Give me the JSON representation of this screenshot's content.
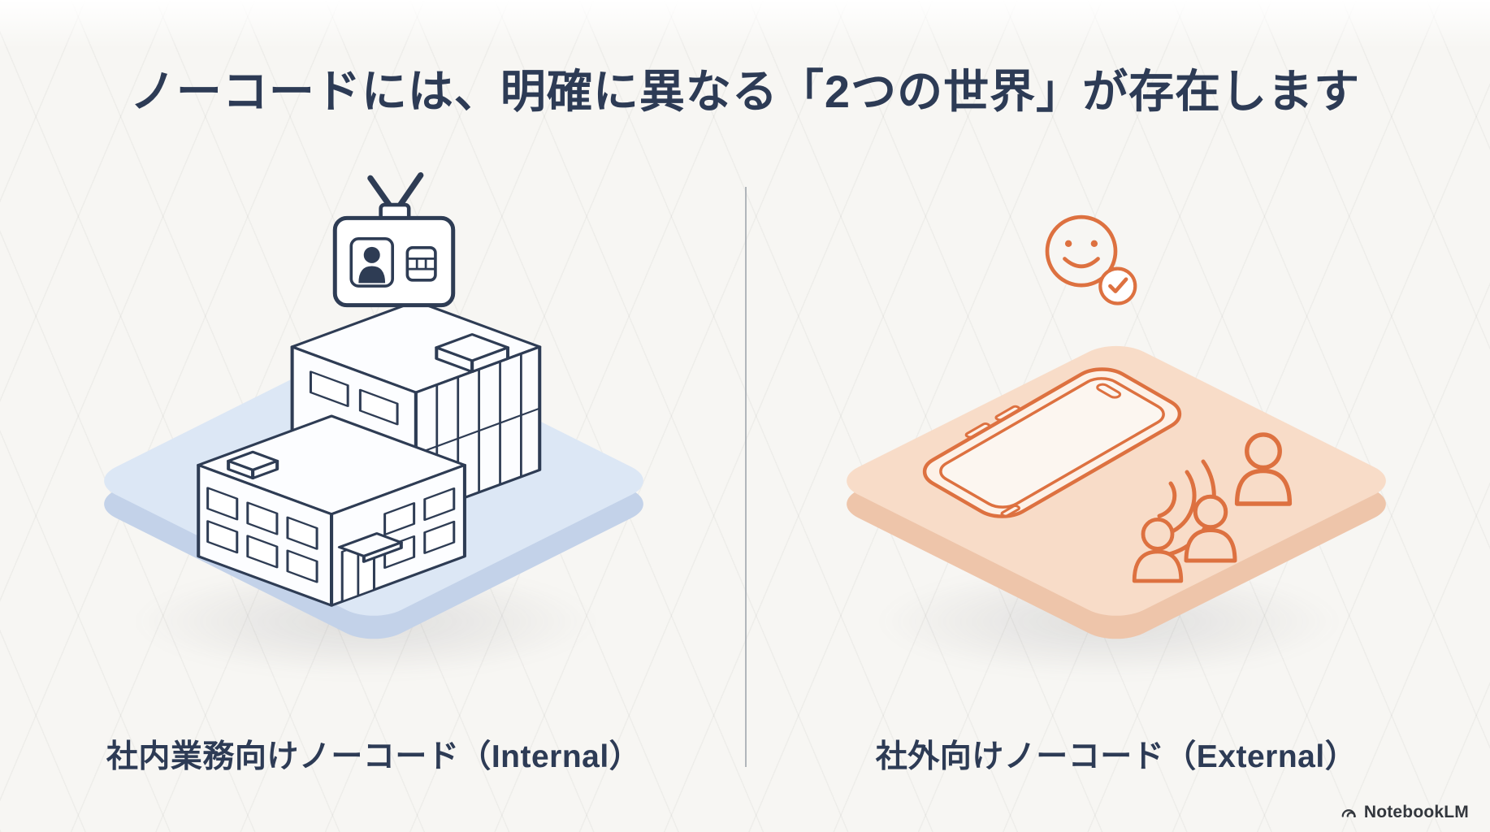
{
  "colors": {
    "navy": "#2e3c54",
    "orange": "#dd7140",
    "blue_top": "#dce7f5",
    "blue_side": "#c3d2e9",
    "peach_top": "#f8dcc8",
    "peach_side": "#eec5aa",
    "title_text": "#2d3b55",
    "divider": "#9aa0a8",
    "background": "#f7f6f3"
  },
  "slide": {
    "title": "ノーコードには、明確に異なる「2つの世界」が存在します",
    "panels": {
      "internal": {
        "caption": "社内業務向けノーコード（Internal）",
        "icon": "id-badge-icon",
        "illustration": "isometric-office-building"
      },
      "external": {
        "caption": "社外向けノーコード（External）",
        "icon": "smiley-check-icon",
        "illustration": "smartphone-with-broadcast-and-users"
      }
    },
    "footer": {
      "brand": "NotebookLM"
    }
  }
}
